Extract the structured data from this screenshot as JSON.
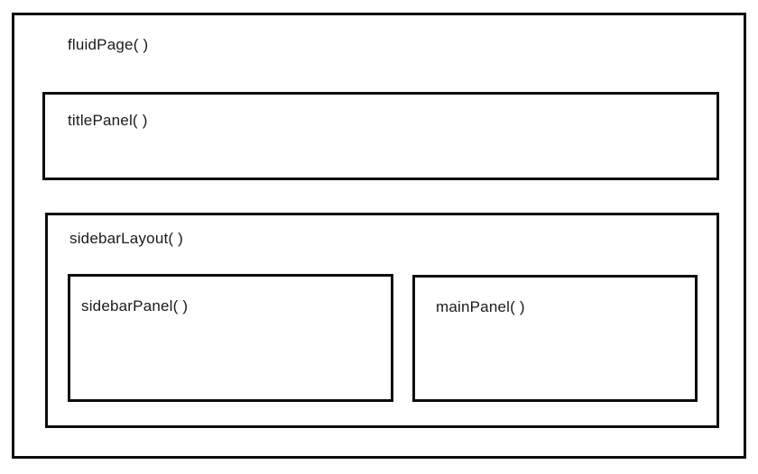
{
  "diagram": {
    "fluid_page_label": "fluidPage( )",
    "title_panel_label": "titlePanel( )",
    "sidebar_layout_label": "sidebarLayout( )",
    "sidebar_panel_label": "sidebarPanel( )",
    "main_panel_label": "mainPanel( )"
  },
  "colors": {
    "background": "#ffffff",
    "border": "#0d0d0d",
    "text": "#1a1a1a"
  }
}
